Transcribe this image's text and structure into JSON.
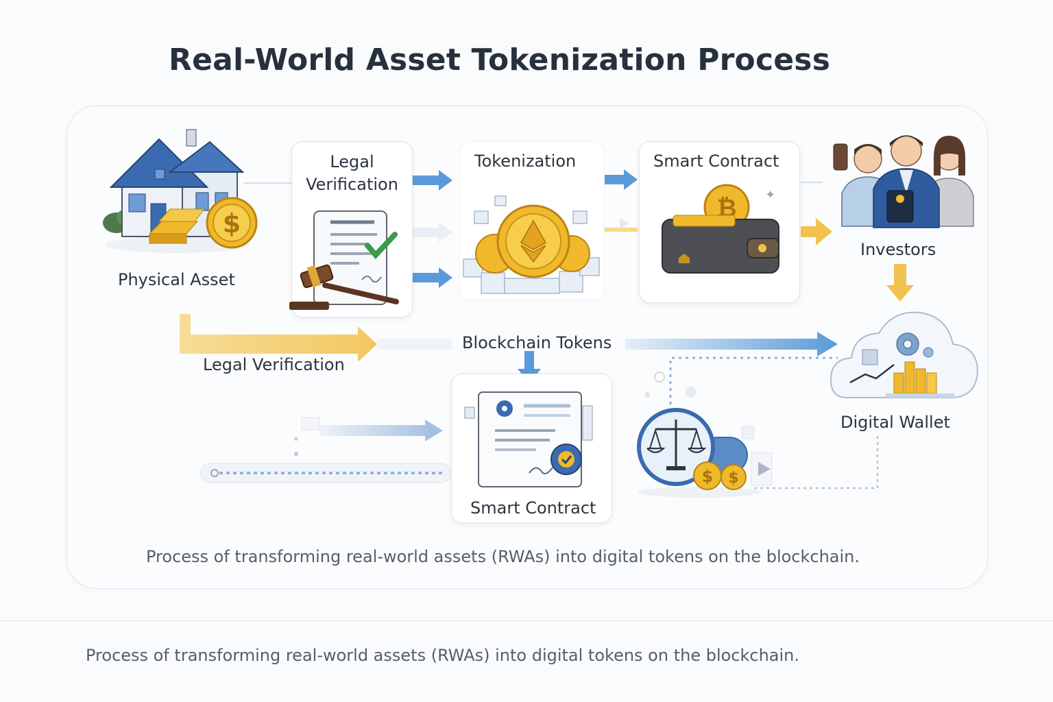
{
  "title": "Real-World Asset Tokenization Process",
  "nodes": {
    "physical_asset": "Physical Asset",
    "legal_verification_card": "Legal Verification",
    "tokenization": "Tokenization",
    "smart_contract_top": "Smart Contract",
    "investors": "Investors",
    "legal_verification_flow": "Legal Verification",
    "blockchain_tokens": "Blockchain Tokens",
    "digital_wallet": "Digital Wallet",
    "smart_contract_bottom": "Smart Contract"
  },
  "caption_inner": "Process of transforming real-world assets (RWAs) into digital tokens on the blockchain.",
  "caption_outer": "Process of transforming real-world assets (RWAs) into digital tokens on the blockchain.",
  "colors": {
    "blue_arrow": "#5b9ad8",
    "gold_arrow": "#f2c24f",
    "coin_gold": "#f0b92b",
    "roof_blue": "#3a6bb0"
  }
}
